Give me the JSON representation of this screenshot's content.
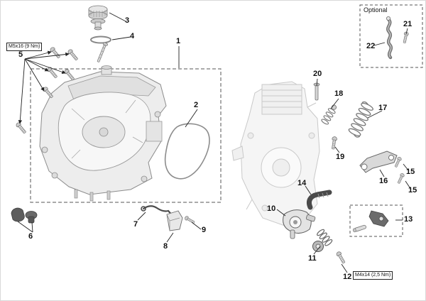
{
  "optional_box": {
    "label": "Optional"
  },
  "torque_specs": {
    "m5": "M5x16 (9 Nm)",
    "m4": "M4x14 (2,5 Nm)"
  },
  "callouts": {
    "n1": "1",
    "n2": "2",
    "n3": "3",
    "n4": "4",
    "n5": "5",
    "n6": "6",
    "n7": "7",
    "n8": "8",
    "n9": "9",
    "n10": "10",
    "n11": "11",
    "n12": "12",
    "n13": "13",
    "n14": "14",
    "n15a": "15",
    "n15b": "15",
    "n16": "16",
    "n17": "17",
    "n18": "18",
    "n19": "19",
    "n20": "20",
    "n21": "21",
    "n22": "22"
  }
}
